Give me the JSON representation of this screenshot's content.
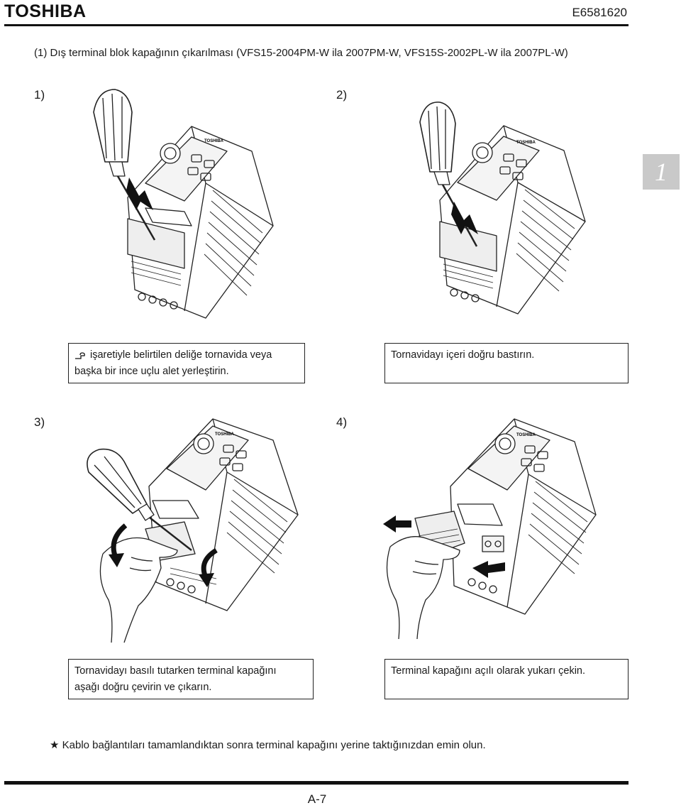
{
  "header": {
    "brand": "TOSHIBA",
    "doc_id": "E6581620"
  },
  "section_title": "(1) Dış terminal blok kapağının çıkarılması (VFS15-2004PM-W ila 2007PM-W, VFS15S-2002PL-W ila 2007PL-W)",
  "chapter_tab": "1",
  "steps": [
    {
      "number": "1)",
      "caption_lines": [
        "işaretiyle belirtilen deliğe tornavida veya",
        "başka bir ince uçlu alet yerleştirin."
      ],
      "device_brand": "TOSHIBA"
    },
    {
      "number": "2)",
      "caption_lines": [
        "Tornavidayı içeri doğru bastırın."
      ],
      "device_brand": "TOSHIBA"
    },
    {
      "number": "3)",
      "caption_lines": [
        "Tornavidayı basılı tutarken terminal kapağını",
        "aşağı doğru çevirin ve çıkarın."
      ],
      "device_brand": "TOSHIBA"
    },
    {
      "number": "4)",
      "caption_lines": [
        "Terminal kapağını açılı olarak yukarı çekin."
      ],
      "device_brand": "TOSHIBA"
    }
  ],
  "note": {
    "marker": "★",
    "text": "Kablo bağlantıları tamamlandıktan sonra terminal kapağını yerine taktığınızdan emin olun."
  },
  "footer": {
    "page_number": "A-7"
  },
  "colors": {
    "text": "#1a1a1a",
    "rule": "#111111",
    "tab_bg": "#c9c9c9",
    "tab_text": "#ffffff",
    "arrow": "#111111"
  }
}
